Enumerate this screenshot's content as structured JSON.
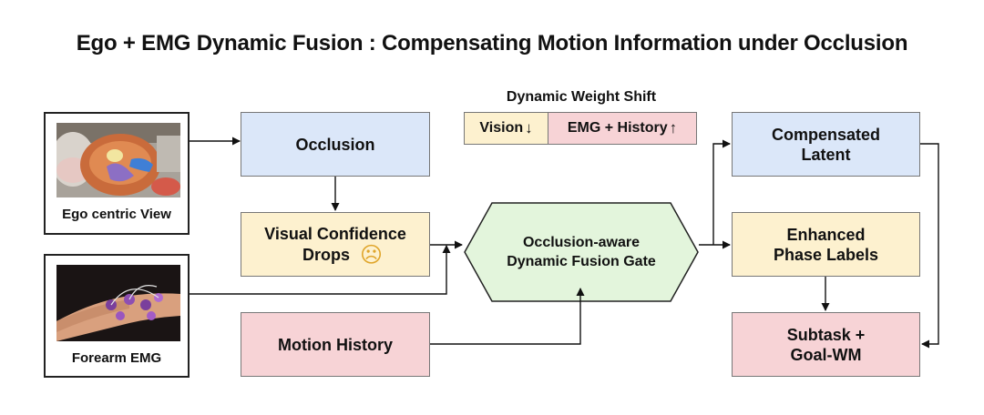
{
  "title": "Ego + EMG Dynamic Fusion : Compensating Motion Information under Occlusion",
  "inputs": {
    "ego_label": "Ego centric View",
    "emg_label": "Forearm EMG"
  },
  "nodes": {
    "occlusion": "Occlusion",
    "visual_confidence_line1": "Visual Confidence",
    "visual_confidence_line2": "Drops",
    "sad_face": "☹",
    "motion_history": "Motion History",
    "gate_line1": "Occlusion-aware",
    "gate_line2": "Dynamic Fusion Gate",
    "compensated_line1": "Compensated",
    "compensated_line2": "Latent",
    "enhanced_line1": "Enhanced",
    "enhanced_line2": "Phase Labels",
    "subtask_line1": "Subtask +",
    "subtask_line2": "Goal-WM"
  },
  "weight_shift": {
    "title": "Dynamic Weight Shift",
    "vision": "Vision",
    "vision_arrow": "↓",
    "emg": "EMG + History",
    "emg_arrow": "↑"
  },
  "colors": {
    "blue": "#dbe7f9",
    "yellow": "#fdf1cf",
    "pink": "#f7d3d6",
    "green": "#e3f5dc"
  }
}
